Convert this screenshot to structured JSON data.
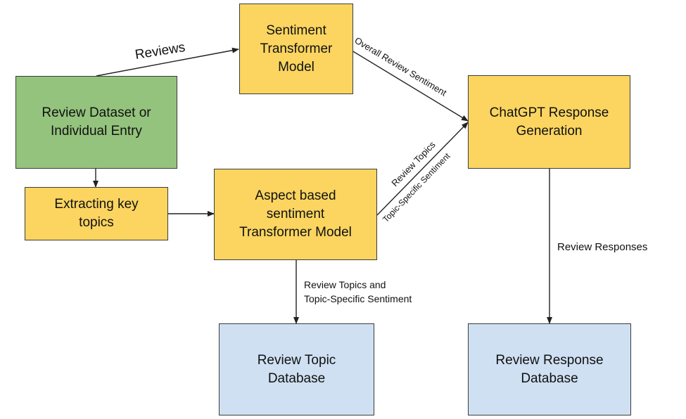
{
  "nodes": {
    "sentiment_model": "Sentiment\nTransformer\nModel",
    "review_dataset": "Review Dataset or\nIndividual Entry",
    "extracting_topics": "Extracting key\ntopics",
    "aspect_model": "Aspect based\nsentiment\nTransformer Model",
    "chatgpt": "ChatGPT Response\nGeneration",
    "topic_db": "Review Topic\nDatabase",
    "response_db": "Review Response\nDatabase"
  },
  "edges": {
    "reviews": "Reviews",
    "overall_sentiment": "Overall Review Sentiment",
    "review_topics": "Review Topics",
    "topic_specific": "Topic-Specific Sentiment",
    "topics_and_sentiment_1": "Review Topics and",
    "topics_and_sentiment_2": "Topic-Specific Sentiment",
    "review_responses": "Review Responses"
  },
  "colors": {
    "yellow": "#fbd560",
    "green": "#94c37d",
    "blue": "#cfe0f2"
  }
}
